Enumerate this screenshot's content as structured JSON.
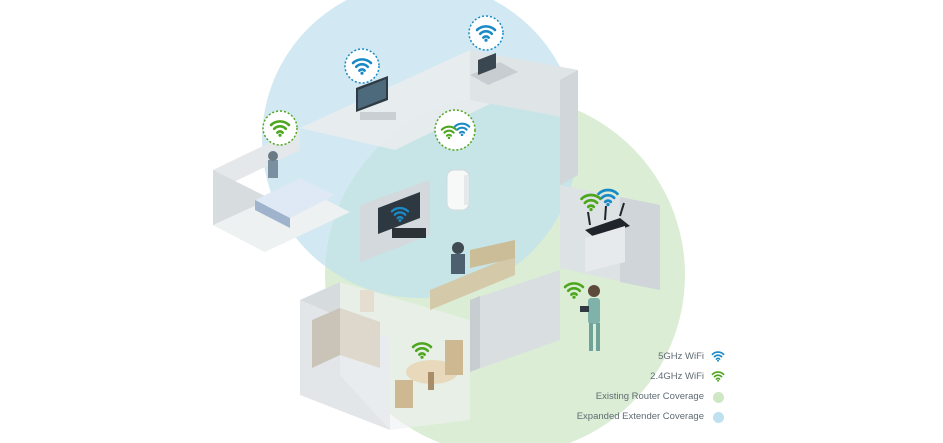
{
  "colors": {
    "wifi_5ghz": "#1a8ac6",
    "wifi_24ghz": "#4ea61f",
    "router_coverage": "#cfe7c5",
    "extender_coverage": "#bfe0ee"
  },
  "icons": {
    "badge_tv": "wifi-5ghz-badge",
    "badge_laptop_desk": "wifi-5ghz-badge",
    "badge_bedroom": "wifi-24ghz-badge",
    "badge_extender": "wifi-dual-band-badge",
    "signal_living_room_tv": "wifi-5ghz-icon",
    "signal_router": "wifi-dual-band-icon",
    "signal_person_standing": "wifi-24ghz-icon",
    "signal_dining": "wifi-24ghz-icon"
  },
  "legend": {
    "items": [
      {
        "label": "5GHz WiFi",
        "kind": "wifi",
        "color": "#1a8ac6"
      },
      {
        "label": "2.4GHz WiFi",
        "kind": "wifi",
        "color": "#4ea61f"
      },
      {
        "label": "Existing Router Coverage",
        "kind": "dot",
        "color": "#cfe7c5"
      },
      {
        "label": "Expanded Extender Coverage",
        "kind": "dot",
        "color": "#bfe0ee"
      }
    ]
  }
}
